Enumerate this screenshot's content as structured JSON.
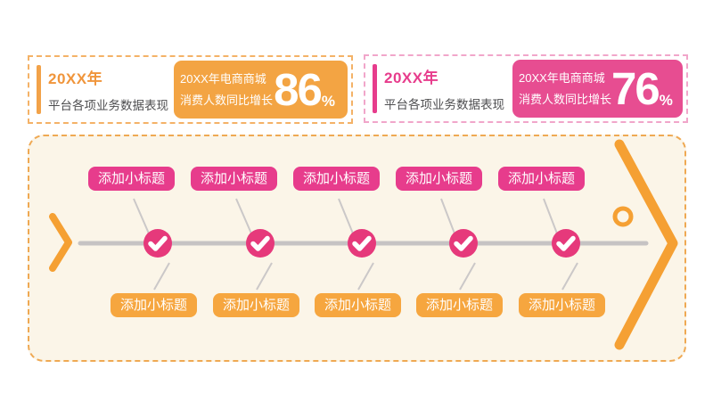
{
  "cards": [
    {
      "year": "20XX年",
      "subtitle": "平台各项业务数据表现",
      "stat_line1": "20XX年电商商城",
      "stat_line2": "消费人数同比增长",
      "value": "86",
      "unit": "%",
      "theme_color": "#F3A443"
    },
    {
      "year": "20XX年",
      "subtitle": "平台各项业务数据表现",
      "stat_line1": "20XX年电商商城",
      "stat_line2": "消费人数同比增长",
      "value": "76",
      "unit": "%",
      "theme_color": "#E74D91"
    }
  ],
  "timeline": {
    "top_labels": [
      "添加小标题",
      "添加小标题",
      "添加小标题",
      "添加小标题",
      "添加小标题"
    ],
    "bottom_labels": [
      "添加小标题",
      "添加小标题",
      "添加小标题",
      "添加小标题",
      "添加小标题"
    ],
    "node_count": 5
  },
  "icons": {
    "node": "check-icon",
    "left": "start-chevron-icon",
    "right": "end-arrow-icon",
    "ring": "ring-icon"
  },
  "colors": {
    "orange": "#F6A63F",
    "orange_deep": "#F5A033",
    "pink_label": "#E73C8C",
    "pink_circle": "#E6397B",
    "pink_box": "#E74D91",
    "panel_bg": "#FBF5E8",
    "axis_gray": "#C6C3C3",
    "branch_gray": "#CBC8C8",
    "text_dark": "#4E4E50"
  }
}
